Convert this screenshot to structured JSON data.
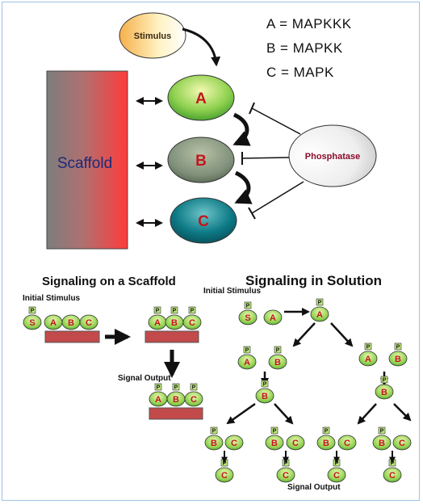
{
  "legend": [
    {
      "letter": "A",
      "text": "A = MAPKKK"
    },
    {
      "letter": "B",
      "text": "B = MAPKK"
    },
    {
      "letter": "C",
      "text": "C = MAPK"
    }
  ],
  "top": {
    "stimulus": "Stimulus",
    "scaffold": "Scaffold",
    "phosphatase": "Phosphatase",
    "kinases": [
      "A",
      "B",
      "C"
    ]
  },
  "scaffold_section": {
    "title": "Signaling on a Scaffold",
    "initial_stimulus": "Initial Stimulus",
    "signal_output": "Signal Output",
    "s_label": "S",
    "p_label": "P"
  },
  "solution_section": {
    "title": "Signaling in Solution",
    "initial_stimulus": "Initial Stimulus",
    "signal_output": "Signal Output"
  },
  "colors": {
    "kinase_a": "#7ccf3a",
    "kinase_b": "#7f8f7a",
    "kinase_c": "#0d7a86",
    "letter_red": "#c4161c",
    "scaffold_red": "#f03a3a",
    "scaffold_gray": "#808080",
    "small_green": "#8fd14f",
    "p_box": "#b9e27a",
    "base_bar": "#c24a4a"
  }
}
